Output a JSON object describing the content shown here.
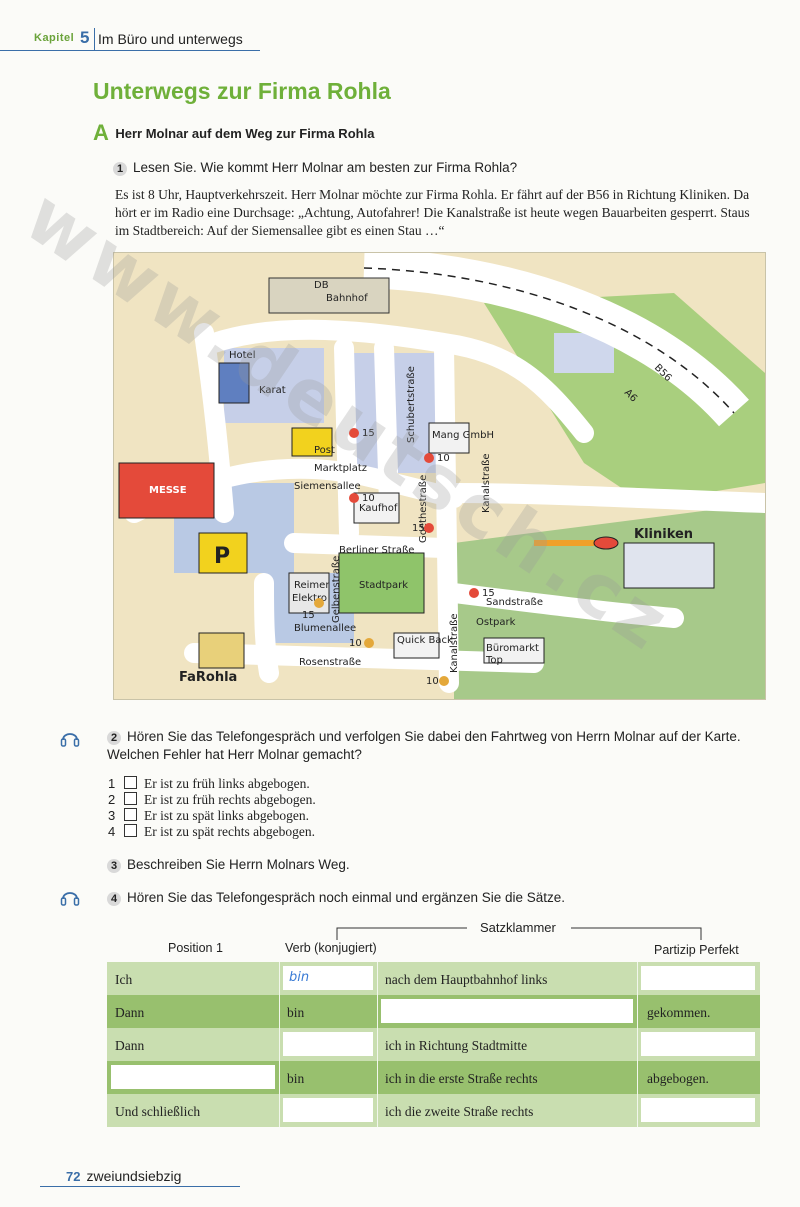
{
  "header": {
    "kapitel": "Kapitel",
    "number": "5",
    "title": "Im Büro und unterwegs"
  },
  "page_title": "Unterwegs zur Firma Rohla",
  "section_a": {
    "letter": "A",
    "title": "Herr Molnar auf dem Weg zur Firma Rohla"
  },
  "task1": {
    "num": "1",
    "text": "Lesen Sie. Wie kommt Herr Molnar am besten zur Firma Rohla?",
    "paragraph": "Es ist 8 Uhr, Hauptverkehrszeit. Herr Molnar möchte zur Firma Rohla. Er fährt auf der B56 in Richtung Kliniken. Da hört er im Radio eine Durchsage: „Achtung, Autofahrer! Die Kanalstraße ist heute wegen Bauarbeiten gesperrt. Staus im Stadtbereich: Auf der Siemensallee gibt es einen Stau …“"
  },
  "map": {
    "labels": {
      "bahnhof_top": "DB",
      "bahnhof": "Bahnhof",
      "hotel": "Hotel",
      "karat": "Karat",
      "post": "Post",
      "marktplatz": "Marktplatz",
      "siemensallee": "Siemensallee",
      "schubertstrasse": "Schubertstraße",
      "mang": "Mang GmbH",
      "kanalstrasse_top": "Kanalstraße",
      "b56": "B56",
      "a6": "A6",
      "messe": "MESSE",
      "kaufhof": "Kaufhof",
      "goethestrasse": "Goethestraße",
      "berliner_strasse": "Berliner Straße",
      "stadtpark": "Stadtpark",
      "kliniken": "Kliniken",
      "parking": "P",
      "reimer": "Reimer",
      "elektro": "Elektro",
      "gelbenstrasse": "Gelbenstraße",
      "blumenallee": "Blumenallee",
      "kanalstrasse_bottom": "Kanalstraße",
      "sandstrasse": "Sandstraße",
      "ostpark": "Ostpark",
      "quick_back": "Quick Back",
      "bueromarkt": "Büromarkt",
      "top": "Top",
      "rosenstrasse": "Rosenstraße",
      "farohla": "FaRohla"
    },
    "stops": [
      "15",
      "10",
      "15",
      "10",
      "15",
      "15",
      "10",
      "10"
    ]
  },
  "task2": {
    "num": "2",
    "text": "Hören Sie das Telefongespräch und verfolgen Sie dabei den Fahrtweg von Herrn Molnar auf der Karte. Welchen Fehler hat Herr Molnar gemacht?",
    "options": [
      {
        "n": "1",
        "text": "Er ist zu früh links abgebogen."
      },
      {
        "n": "2",
        "text": "Er ist zu früh rechts abgebogen."
      },
      {
        "n": "3",
        "text": "Er ist zu spät links abgebogen."
      },
      {
        "n": "4",
        "text": "Er ist zu spät rechts abgebogen."
      }
    ]
  },
  "task3": {
    "num": "3",
    "text": "Beschreiben Sie Herrn Molnars Weg."
  },
  "task4": {
    "num": "4",
    "text": "Hören Sie das Telefongespräch noch einmal und ergänzen Sie die Sätze."
  },
  "table": {
    "satzklammer": "Satzklammer",
    "headers": [
      "Position 1",
      "Verb (konjugiert)",
      "Partizip Perfekt"
    ],
    "rows": [
      {
        "pos1": "Ich",
        "verb": "bin",
        "mid": "nach dem Hauptbahnhof links",
        "end": ""
      },
      {
        "pos1": "Dann",
        "verb": "bin",
        "mid": "",
        "end": "gekommen."
      },
      {
        "pos1": "Dann",
        "verb": "",
        "mid": "ich in Richtung Stadtmitte",
        "end": ""
      },
      {
        "pos1": "",
        "verb": "bin",
        "mid": "ich in die erste Straße rechts",
        "end": "abgebogen."
      },
      {
        "pos1": "Und schließlich",
        "verb": "",
        "mid": "ich die zweite Straße rechts",
        "end": ""
      }
    ]
  },
  "footer": {
    "page": "72",
    "word": "zweiundsiebzig"
  },
  "watermark": "www.deutsch.cz",
  "colors": {
    "green": "#6fb03a",
    "blue": "#3a6ea8",
    "row_light": "#c9deb0",
    "row_dark": "#98c06e"
  }
}
